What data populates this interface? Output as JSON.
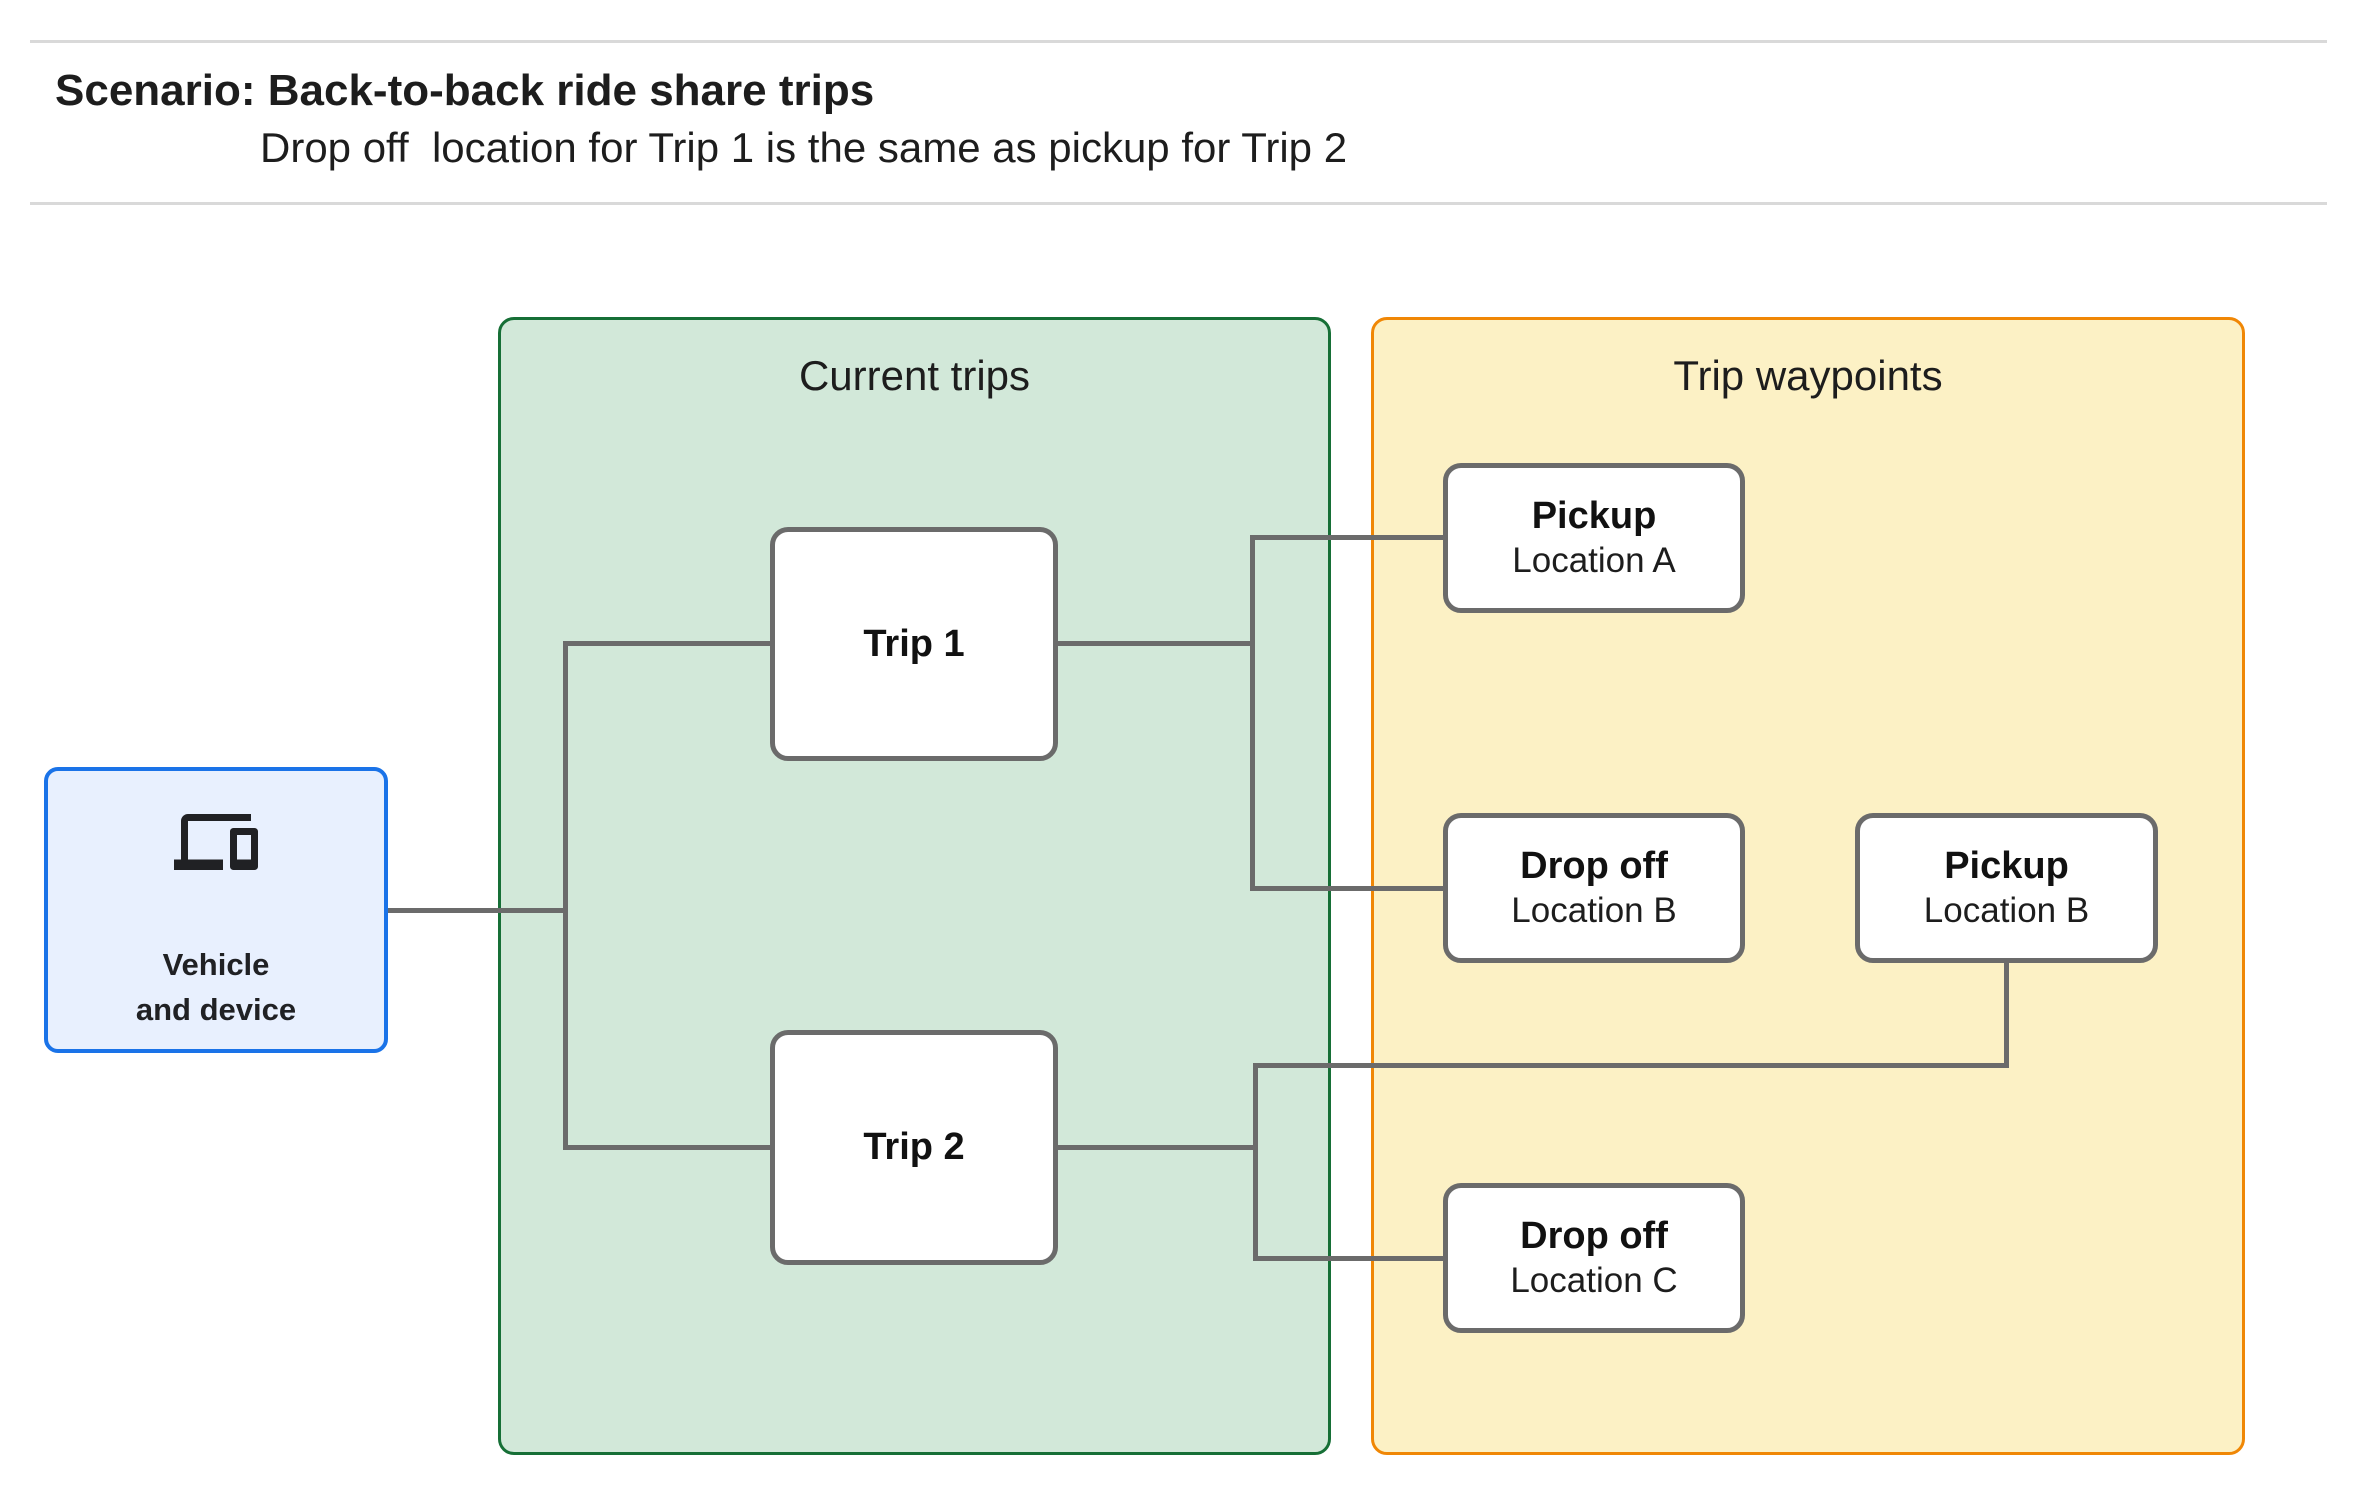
{
  "header": {
    "title": "Scenario: Back-to-back ride share trips",
    "subtitle": "Drop off  location for Trip 1 is the same as pickup for Trip 2"
  },
  "vehicle": {
    "line1": "Vehicle",
    "line2": "and device",
    "icon": "devices-icon"
  },
  "groups": {
    "current_trips": {
      "title": "Current trips"
    },
    "trip_waypoints": {
      "title": "Trip waypoints"
    }
  },
  "trips": [
    {
      "label": "Trip 1"
    },
    {
      "label": "Trip 2"
    }
  ],
  "waypoints": [
    {
      "title": "Pickup",
      "subtitle": "Location A"
    },
    {
      "title": "Drop off",
      "subtitle": "Location B"
    },
    {
      "title": "Pickup",
      "subtitle": "Location B"
    },
    {
      "title": "Drop off",
      "subtitle": "Location C"
    }
  ],
  "colors": {
    "edge": "#6b6b6b",
    "box_border": "#6b6b6b",
    "ink": "#1f1f1f",
    "rule": "#d9d9d9",
    "green_fill": "#d2e8d9",
    "green_border": "#166f36",
    "yellow_fill": "#fcf1c5",
    "yellow_border": "#f08705",
    "blue_fill": "#e8f0fe",
    "blue_border": "#1a73e8"
  }
}
